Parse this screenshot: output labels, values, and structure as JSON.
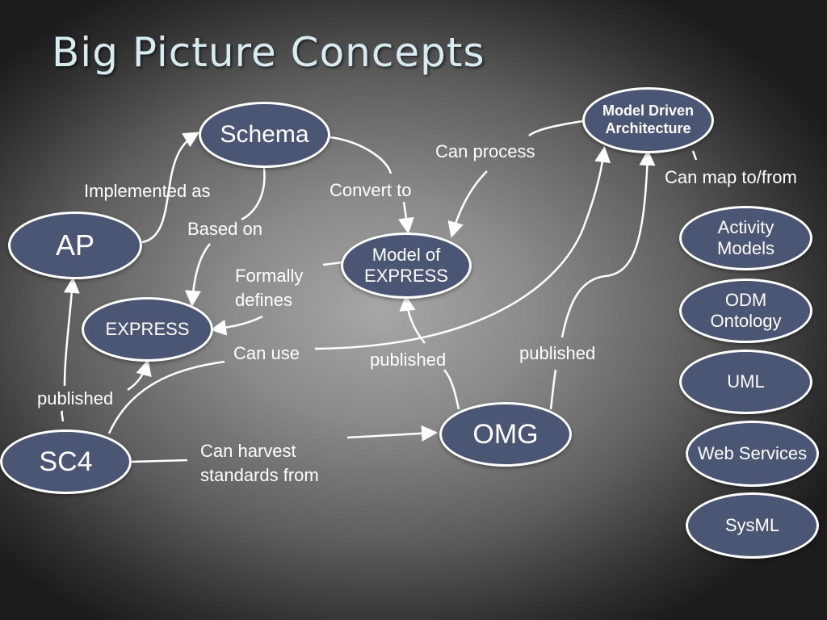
{
  "title": "Big Picture Concepts",
  "nodes": {
    "schema": "Schema",
    "ap": "AP",
    "express": "EXPRESS",
    "model_of_express": "Model of\nEXPRESS",
    "mda": "Model Driven\nArchitecture",
    "sc4": "SC4",
    "omg": "OMG",
    "activity_models": "Activity\nModels",
    "odm_ontology": "ODM\nOntology",
    "uml": "UML",
    "web_services": "Web Services",
    "sysml": "SysML"
  },
  "edge_labels": {
    "implemented_as": "Implemented as",
    "convert_to": "Convert to",
    "can_process": "Can process",
    "can_map_to_from": "Can map to/from",
    "based_on": "Based on",
    "formally_defines": "Formally\ndefines",
    "can_use": "Can use",
    "published_omg_model": "published",
    "published_omg_mda": "published",
    "published_sc4": "published",
    "can_harvest": "Can harvest\nstandards from"
  }
}
